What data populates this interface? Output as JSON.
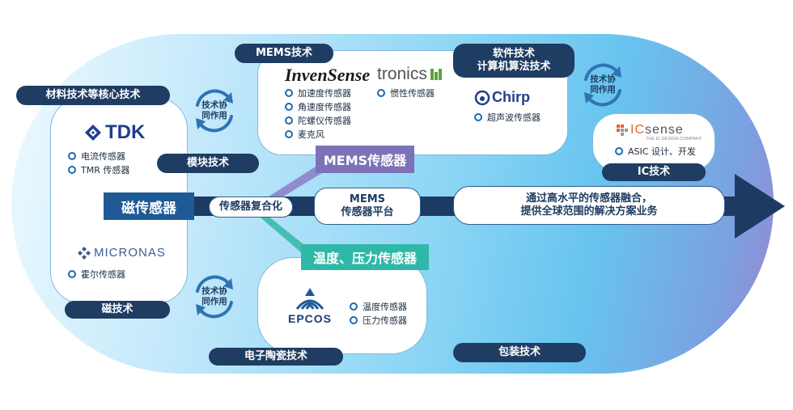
{
  "tags": {
    "mems_tech": "MEMS技术",
    "software_tech": "软件技术\n计算机算法技术",
    "material_tech": "材料技术等核心技术",
    "module_tech": "模块技术",
    "ic_tech": "IC技术",
    "magnetic_tech": "磁技术",
    "ceramic_tech": "电子陶瓷技术",
    "packaging_tech": "包装技术"
  },
  "cycles": {
    "top_left": "技术协\n同作用",
    "top_right": "技术协\n同作用",
    "bottom_left": "技术协\n同作用"
  },
  "logos": {
    "tdk": "TDK",
    "micronas": "MICRONAS",
    "invensense": "InvenSense",
    "tronics": "tronics",
    "chirp": "Chirp",
    "icsense_ic": "IC",
    "icsense_sense": "sense",
    "icsense_tagline": "THE IC DESIGN COMPANY",
    "epcos": "EPCOS"
  },
  "lists": {
    "tdk": [
      "电流传感器",
      "TMR 传感器"
    ],
    "micronas": [
      "霍尔传感器"
    ],
    "invensense": [
      "加速度传感器",
      "角速度传感器",
      "陀螺仪传感器",
      "麦克风"
    ],
    "tronics": [
      "惯性传感器"
    ],
    "chirp": [
      "超声波传感器"
    ],
    "icsense": [
      "ASIC 设计、开发"
    ],
    "epcos": [
      "温度传感器",
      "压力传感器"
    ]
  },
  "boxes": {
    "magnetic_sensor": "磁传感器",
    "mems_sensor": "MEMS传感器",
    "temp_pressure_sensor": "温度、压力传感器"
  },
  "pills": {
    "sensor_composite": "传感器复合化",
    "mems_platform": "MEMS\n传感器平台",
    "fusion": "通过高水平的传感器融合，\n提供全球范围的解决方案业务"
  },
  "colors": {
    "navy": "#1f3d62",
    "arrow": "#1d3a63",
    "mems_box": "#7d72b8",
    "temp_box": "#2fb8a8",
    "mag_box": "#1e5b96",
    "tronics_green": "#5aa33a",
    "invensense_red": "#d21f2a",
    "icsense_orange": "#e8661f"
  }
}
